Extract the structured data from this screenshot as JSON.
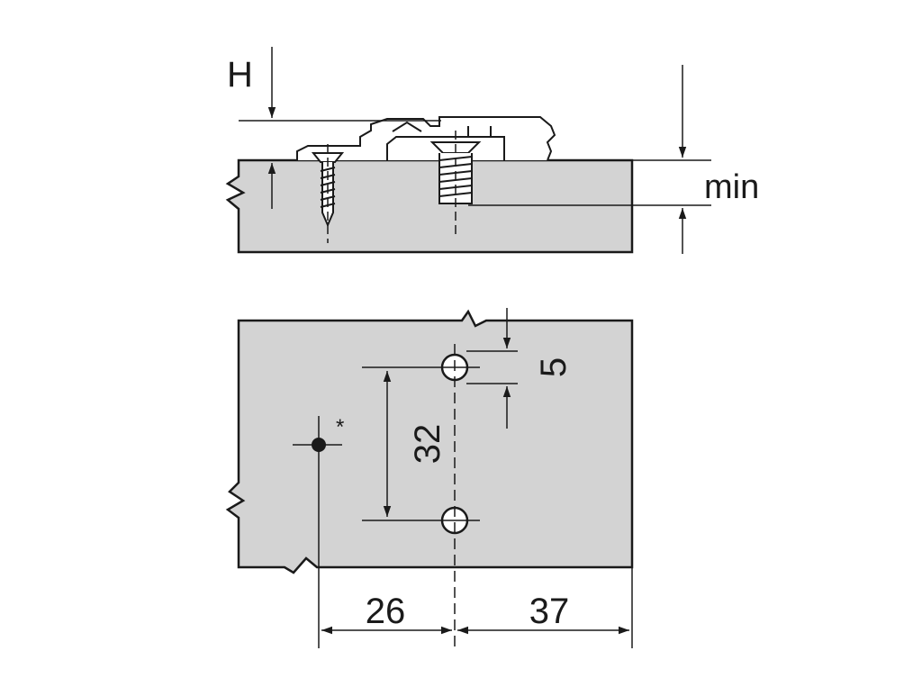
{
  "diagram": {
    "colors": {
      "panel": "#d3d3d3",
      "outline": "#1a1a1a",
      "background": "#ffffff"
    },
    "side_view": {
      "height_label": "H",
      "min_label": "min"
    },
    "top_view": {
      "hole_spacing": "32",
      "hole_offset": "5",
      "edge_to_center": "26",
      "center_to_edge": "37",
      "marker": "*"
    }
  }
}
